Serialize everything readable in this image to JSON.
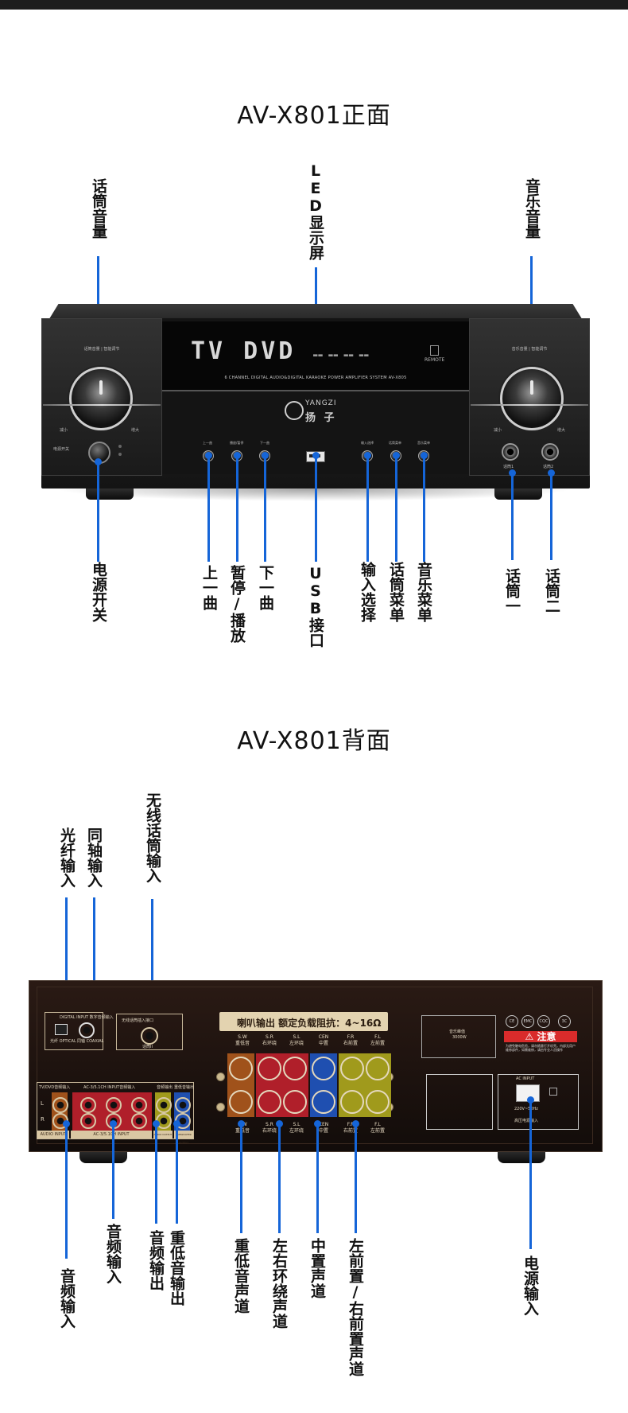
{
  "front": {
    "title": "AV-X801正面",
    "display_digits": "TV DVD",
    "display_small": "▬▬ ▬▬ ▬▬ ▬▬",
    "remote_label": "REMOTE",
    "display_caption": "6 CHANNEL DIGITAL AUDIO&DIGITAL KARAOKE POWER AMPLIFIER SYSTEM    AV-X805",
    "brand_en": "YANGZI",
    "brand_cn": "扬 子",
    "left_knob_caption": "话筒音量 | 智能调节",
    "right_knob_caption": "音乐音量 | 智能调节",
    "knob_min": "减小",
    "knob_max": "增大",
    "power_caption": "电源开关",
    "btn_caps": [
      "上一曲",
      "播放/暂停",
      "下一曲",
      "输入选择",
      "话筒菜单",
      "音乐菜单"
    ],
    "mic_caps": [
      "话筒1",
      "话筒2"
    ],
    "labels_top": {
      "mic_volume": "话筒音量",
      "led": "LED显示屏",
      "music_volume": "音乐音量"
    },
    "labels_bottom": {
      "power": "电源开关",
      "prev": "上一曲",
      "pause_play": "暂停/播放",
      "next": "下一曲",
      "usb": "USB接口",
      "input_select": "输入选择",
      "mic_menu": "话筒菜单",
      "music_menu": "音乐菜单",
      "mic1": "话筒一",
      "mic2": "话筒二"
    }
  },
  "rear": {
    "title": "AV-X801背面",
    "digital_input_caption": "DIGITAL INPUT\n数字音频输入",
    "optical_caption": "光纤\nOPTICAL",
    "coaxial_caption": "同轴\nCOAXIAL",
    "wireless_caption": "无线话筒插入接口",
    "wireless_sub": "话筒II",
    "tv_dvd_caption": "TV/DVD音频输入",
    "ac3_caption": "AC-3/5.1CH INPUT音频输入",
    "ac3_bottom": "AC-3/5.1CH INPUT",
    "audio_out_caption": "音频输出",
    "sub_out_caption": "重低音输出",
    "audio_input_bottom": "AUDIO INPUT",
    "audio_output_bottom": "AUDIO OUTPUT",
    "subwoofer_bottom": "SUBWOOFER OUTPUT",
    "rca_l": "L",
    "rca_r": "R",
    "speaker_title": "喇叭输出    额定负载阻抗：4~16Ω",
    "speaker_codes": [
      "S.W",
      "S.R",
      "S.L",
      "CEN",
      "F.R",
      "F.L"
    ],
    "speaker_names": [
      "重低音",
      "右环绕",
      "左环绕",
      "中置",
      "右前置",
      "左前置"
    ],
    "speaker_codes_bottom": [
      "S.W",
      "S.R",
      "S.L",
      "CEN",
      "F.R",
      "F.L"
    ],
    "speaker_names_bottom": [
      "重低音",
      "右环绕",
      "左环绕",
      "中置",
      "右前置",
      "左前置"
    ],
    "chart_caption": "音乐峰值",
    "chart_power": "3000W",
    "warning_title": "注意",
    "warning_text": "为避免触电危险，请勿随意打开机壳。内部无用户维修部件，如需维修，请由专业人员操作",
    "ac_input": "AC INPUT",
    "ac_voltage": "220V~50Hz",
    "ac_caption": "高压电源输入",
    "cert_marks": [
      "CE",
      "EMC",
      "CQC",
      "3C"
    ],
    "labels_top": {
      "optical": "光纤输入",
      "coaxial": "同轴输入",
      "wireless": "无线话筒输入"
    },
    "labels_bottom": {
      "audio_input_1": "音频输入",
      "audio_input_2": "音频输入",
      "audio_output": "音频输出",
      "sub_output": "重低音输出",
      "sub_channel": "重低音声道",
      "surround": "左右环绕声道",
      "center": "中置声道",
      "front": "左前置/右前置声道",
      "power_input": "电源输入"
    }
  },
  "colors": {
    "callout": "#1565d8",
    "speaker_sw": "#a0521b",
    "speaker_surround": "#b01f2a",
    "speaker_center": "#1f4fb0",
    "speaker_front": "#a09a1c",
    "rca_tv": "#a0521b",
    "rca_ac3": "#b01f2a",
    "rca_out": "#a09a1c",
    "rca_sub": "#1f4fb0"
  }
}
